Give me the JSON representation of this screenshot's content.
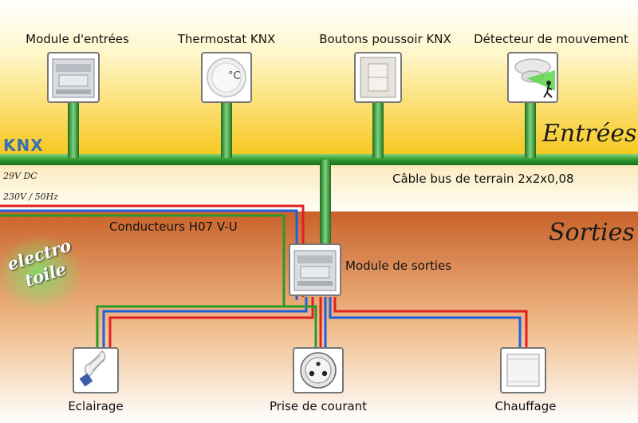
{
  "sections": {
    "inputs_title": "Entrées",
    "outputs_title": "Sorties"
  },
  "bus": {
    "logo": "KNX",
    "label": "Câble bus de terrain 2x2x0,08",
    "voltage_dc": "29V DC",
    "voltage_ac": "230V / 50Hz",
    "conductors": "Conducteurs H07 V-U"
  },
  "inputs": [
    {
      "label": "Module d'entrées",
      "icon": "din-module-icon"
    },
    {
      "label": "Thermostat KNX",
      "icon": "thermostat-icon",
      "glyph": "°C"
    },
    {
      "label": "Boutons poussoir KNX",
      "icon": "push-button-icon"
    },
    {
      "label": "Détecteur de mouvement",
      "icon": "motion-detector-icon"
    }
  ],
  "output_module": {
    "label": "Module de sorties",
    "icon": "din-module-icon"
  },
  "outputs": [
    {
      "label": "Eclairage",
      "icon": "light-bulb-icon"
    },
    {
      "label": "Prise de courant",
      "icon": "power-outlet-icon"
    },
    {
      "label": "Chauffage",
      "icon": "radiator-icon"
    }
  ],
  "watermark": {
    "line1": "electro",
    "line2": "toile"
  },
  "colors": {
    "bus_green": "#2f9a2f",
    "phase_red": "#e02020",
    "neutral_blue": "#2060e0",
    "earth_green": "#2a9a2a"
  }
}
